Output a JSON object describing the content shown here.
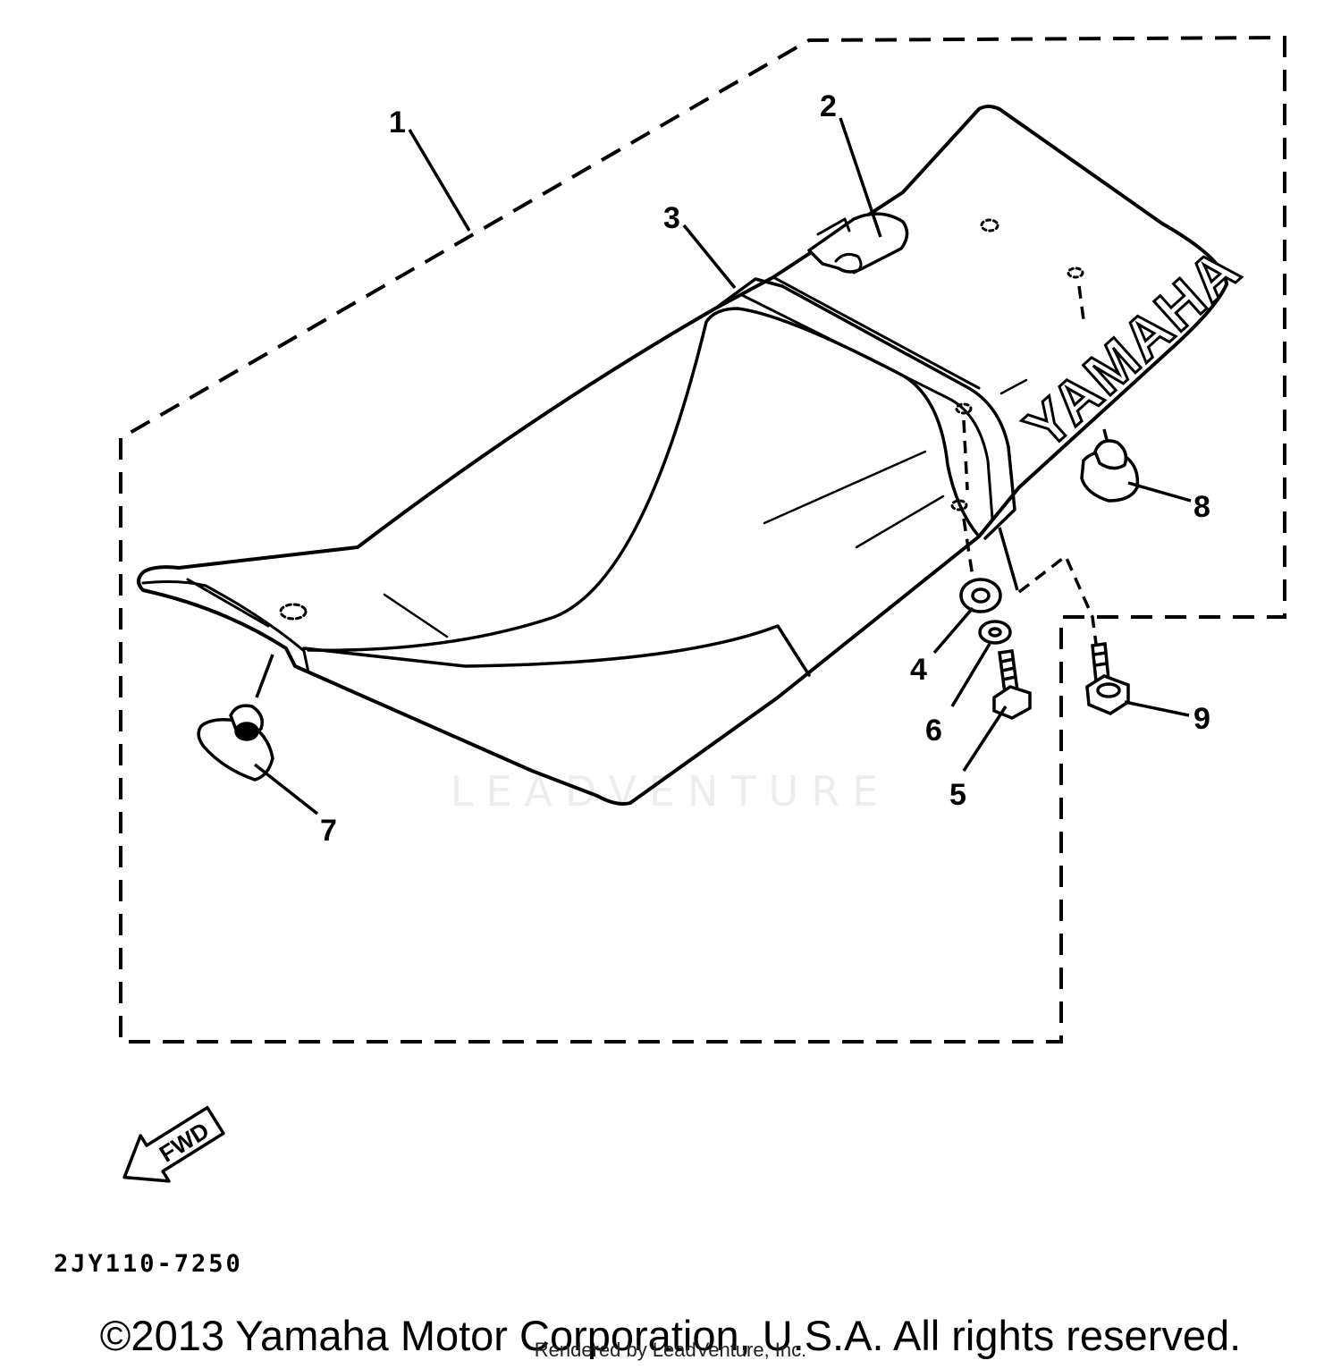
{
  "callouts": [
    {
      "id": "1",
      "label": "1"
    },
    {
      "id": "2",
      "label": "2"
    },
    {
      "id": "3",
      "label": "3"
    },
    {
      "id": "4",
      "label": "4"
    },
    {
      "id": "5",
      "label": "5"
    },
    {
      "id": "6",
      "label": "6"
    },
    {
      "id": "7",
      "label": "7"
    },
    {
      "id": "8",
      "label": "8"
    },
    {
      "id": "9",
      "label": "9"
    }
  ],
  "seat_logo": "YAMAHA",
  "fwd_arrow": "FWD",
  "drawing_code": "2JY110-7250",
  "copyright": "©2013 Yamaha Motor Corporation, U.S.A. All rights reserved.",
  "watermark": "LEADVENTURE",
  "rendered_by": "Rendered by LeadVenture, Inc."
}
